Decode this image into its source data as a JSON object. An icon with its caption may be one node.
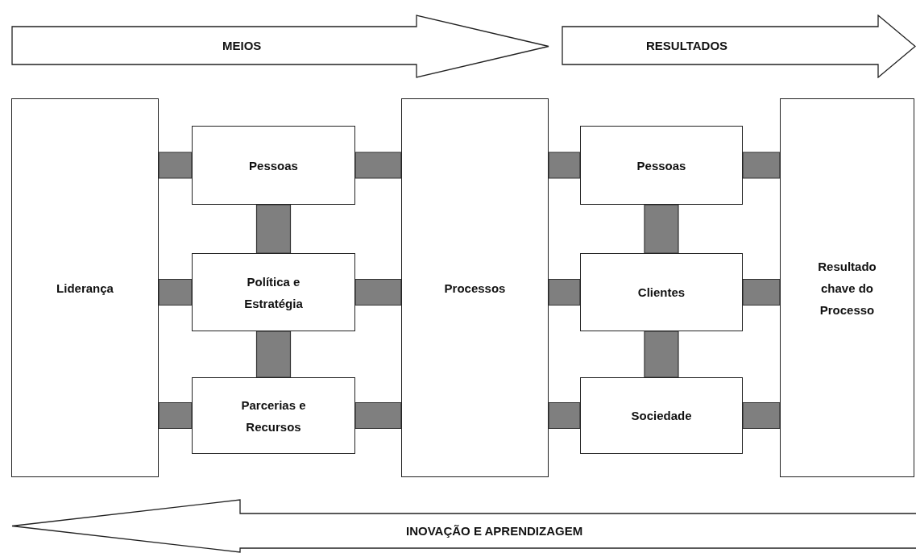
{
  "diagram": {
    "nodes": [
      {
        "text": [
          "MEIOS"
        ]
      },
      {
        "text": [
          "RESULTADOS"
        ]
      },
      {
        "text": [
          "Liderança"
        ]
      },
      {
        "text": [
          "Pessoas"
        ]
      },
      {
        "text": [
          "Política e Estratégia"
        ]
      },
      {
        "text": [
          "Parcerias e Recursos"
        ]
      },
      {
        "text": [
          "Processos"
        ]
      },
      {
        "text": [
          "Pessoas"
        ]
      },
      {
        "text": [
          "Clientes"
        ]
      },
      {
        "text": [
          "Sociedade"
        ]
      },
      {
        "text": [
          "Resultado chave do Processo"
        ]
      },
      {
        "text": [
          "INOVAÇÃO E APRENDIZAGEM"
        ]
      }
    ],
    "edges": [
      {
        "from": 2,
        "to": 3,
        "arrow": "none",
        "style": "thick"
      },
      {
        "from": 2,
        "to": 4,
        "arrow": "none",
        "style": "thick"
      },
      {
        "from": 2,
        "to": 5,
        "arrow": "none",
        "style": "thick"
      },
      {
        "from": 3,
        "to": 4,
        "arrow": "none",
        "style": "thick"
      },
      {
        "from": 4,
        "to": 5,
        "arrow": "none",
        "style": "thick"
      },
      {
        "from": 3,
        "to": 6,
        "arrow": "none",
        "style": "thick"
      },
      {
        "from": 4,
        "to": 6,
        "arrow": "none",
        "style": "thick"
      },
      {
        "from": 5,
        "to": 6,
        "arrow": "none",
        "style": "thick"
      },
      {
        "from": 6,
        "to": 7,
        "arrow": "none",
        "style": "thick"
      },
      {
        "from": 6,
        "to": 8,
        "arrow": "none",
        "style": "thick"
      },
      {
        "from": 6,
        "to": 9,
        "arrow": "none",
        "style": "thick"
      },
      {
        "from": 7,
        "to": 8,
        "arrow": "none",
        "style": "thick"
      },
      {
        "from": 8,
        "to": 9,
        "arrow": "none",
        "style": "thick"
      },
      {
        "from": 7,
        "to": 10,
        "arrow": "none",
        "style": "thick"
      },
      {
        "from": 8,
        "to": 10,
        "arrow": "none",
        "style": "thick"
      },
      {
        "from": 9,
        "to": 10,
        "arrow": "none",
        "style": "thick"
      }
    ]
  }
}
